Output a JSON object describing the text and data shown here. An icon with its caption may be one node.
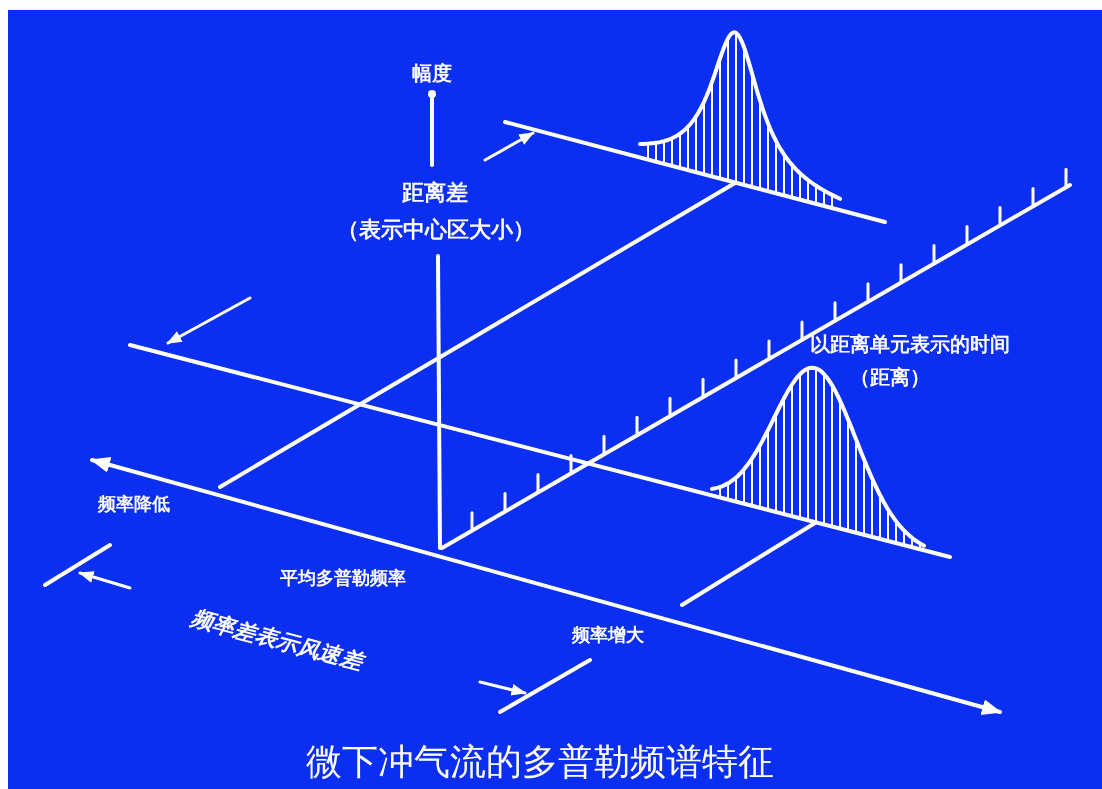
{
  "diagram": {
    "title": "微下冲气流的多普勒频谱特征",
    "labels": [
      "幅度",
      "距离差",
      "（表示中心区大小）",
      "以距离单元表示的时间",
      "（距离）",
      "频率降低",
      "平均多普勒频率",
      "频率差表示风速差",
      "频率增大"
    ]
  }
}
